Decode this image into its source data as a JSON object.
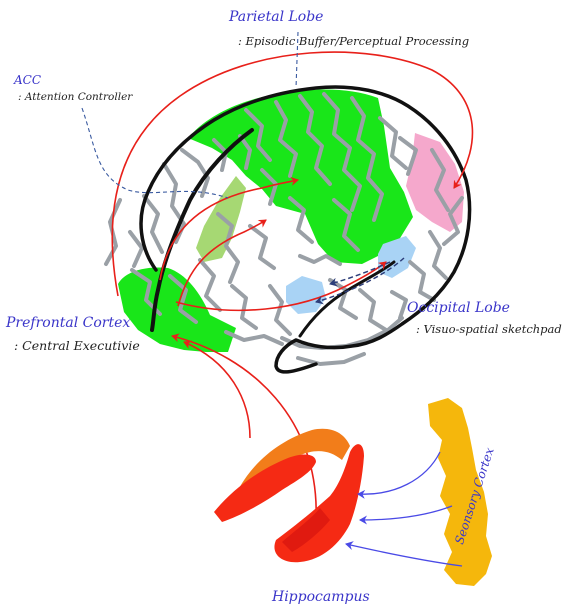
{
  "labels": {
    "parietal_title": "Parietal Lobe",
    "parietal_desc": ": Episodic Buffer/Perceptual Processing",
    "acc_title": "ACC",
    "acc_desc": ": Attention Controller",
    "prefrontal_title": "Prefrontal Cortex",
    "prefrontal_desc": ": Central Executivie",
    "occipital_title": "Occipital Lobe",
    "occipital_desc": ": Visuo-spatial sketchpad",
    "sensory": "Seonsory Cortex",
    "hippocampus": "Hippocampus"
  },
  "colors": {
    "label_blue": "#3a35c9",
    "region_green": "#19e619",
    "acc_green": "#a6d873",
    "pink": "#f5a8cc",
    "light_blue": "#a9d3f5",
    "arrow_red": "#e8201a",
    "arrow_blue": "#4a4ae6",
    "hippocampus_red": "#f52a14",
    "hippocampus_orange": "#f27d1a",
    "sensory_yellow": "#f5b70c",
    "sulci_gray": "#9aa0a6"
  }
}
